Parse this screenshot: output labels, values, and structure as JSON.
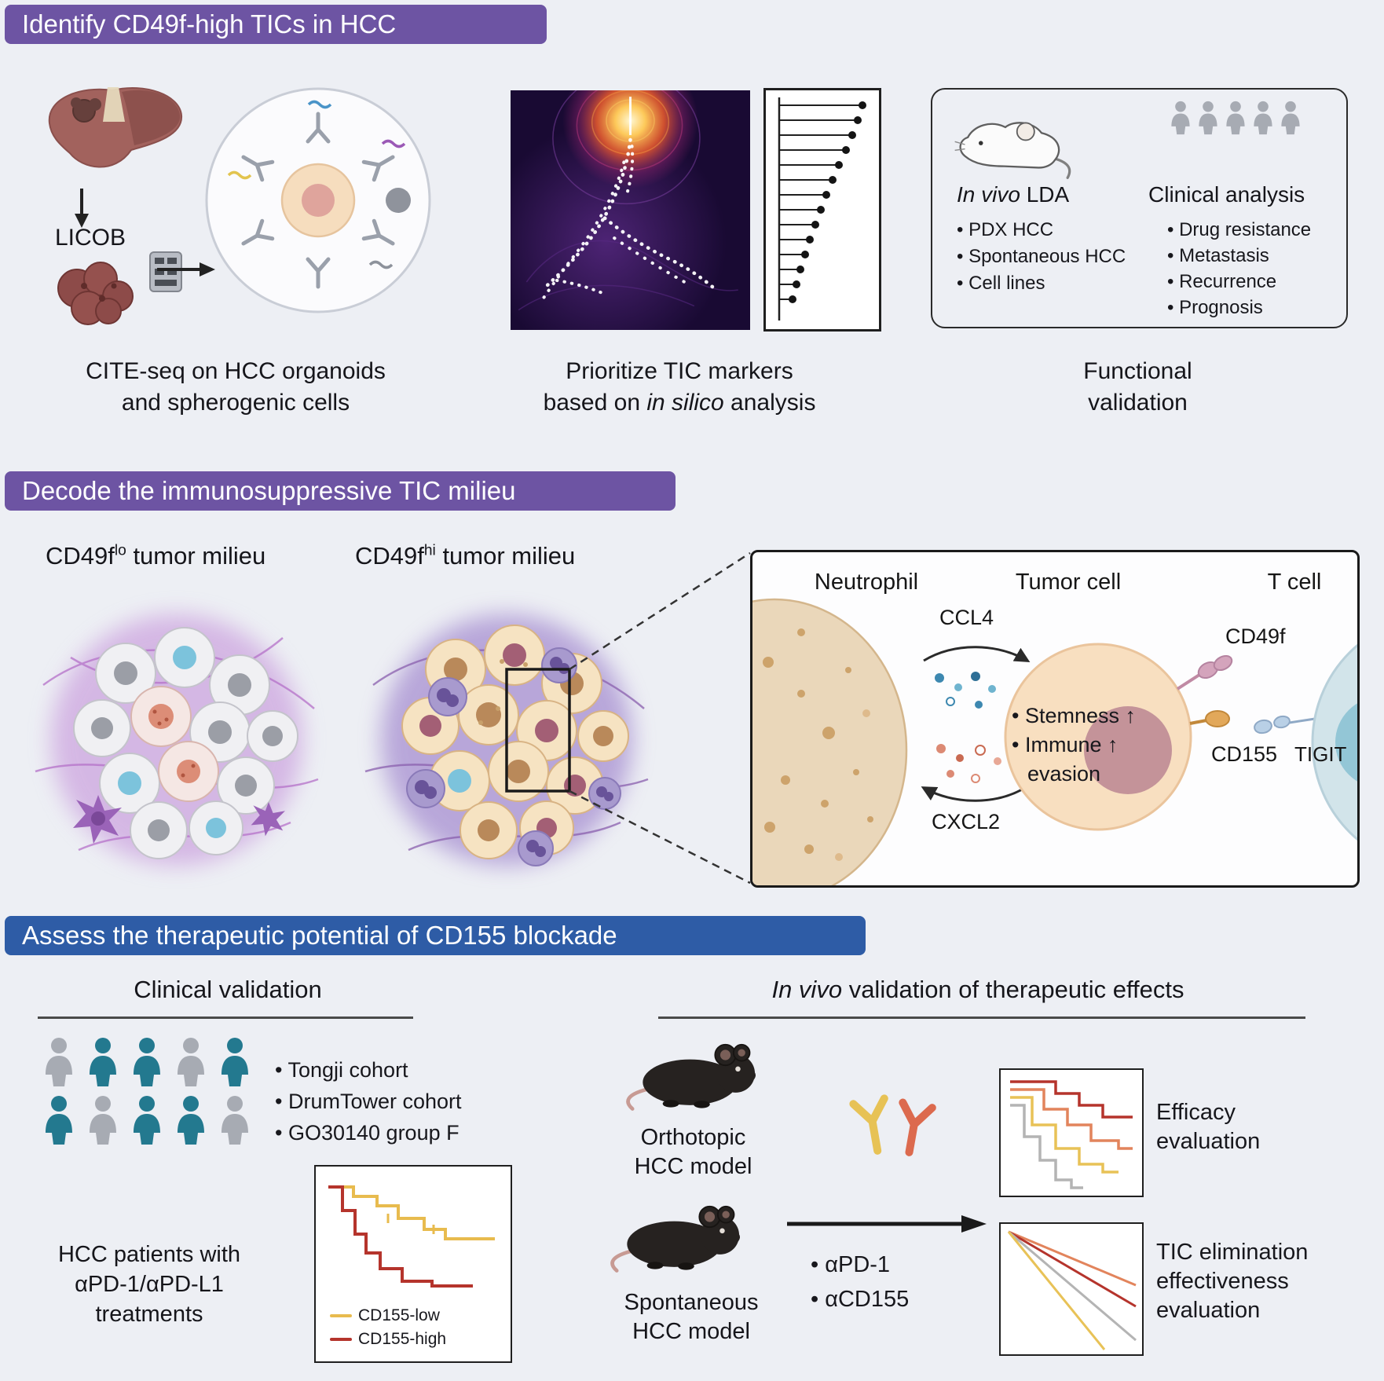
{
  "colors": {
    "purple_header": "#6d54a3",
    "blue_header": "#2e5ca6",
    "teal_person": "#23798f",
    "gray_person": "#a7abb3",
    "cd155_low": "#e8bb4e",
    "cd155_high": "#b5342c"
  },
  "s1": {
    "header": "Identify CD49f-high TICs in HCC",
    "licob": "LICOB",
    "cap_cite_1": "CITE-seq on HCC organoids",
    "cap_cite_2": "and spherogenic cells",
    "cap_mark_1": "Prioritize TIC markers",
    "cap_mark_pre": "based on ",
    "cap_mark_it": "in silico",
    "cap_mark_post": " analysis",
    "lda_it": "In vivo",
    "lda_rest": " LDA",
    "lda_items": [
      "PDX HCC",
      "Spontaneous HCC",
      "Cell lines"
    ],
    "clin_title": "Clinical analysis",
    "clin_items": [
      "Drug resistance",
      "Metastasis",
      "Recurrence",
      "Prognosis"
    ],
    "cap_fun_1": "Functional",
    "cap_fun_2": "validation"
  },
  "s2": {
    "header": "Decode the immunosuppressive TIC milieu",
    "lo_base": "CD49f",
    "lo_sup": "lo",
    "lo_rest": " tumor milieu",
    "hi_base": "CD49f",
    "hi_sup": "hi",
    "hi_rest": " tumor milieu",
    "neutrophil": "Neutrophil",
    "tumor_cell": "Tumor cell",
    "t_cell": "T cell",
    "ccl4": "CCL4",
    "cxcl2": "CXCL2",
    "stemness": "Stemness",
    "immune": "Immune",
    "evasion": "evasion",
    "up": "↑",
    "cd49f": "CD49f",
    "cd155": "CD155",
    "tigit": "TIGIT"
  },
  "s3": {
    "header": "Assess the therapeutic potential of CD155 blockade",
    "clin_title": "Clinical validation",
    "cohorts": [
      "Tongji cohort",
      "DrumTower cohort",
      "GO30140 group F"
    ],
    "patients_1": "HCC patients with",
    "patients_2": "αPD-1/αPD-L1",
    "patients_3": "treatments",
    "km_low": "CD155-low",
    "km_high": "CD155-high",
    "vivo_it": "In vivo",
    "vivo_rest": " validation of therapeutic effects",
    "ortho_1": "Orthotopic",
    "ortho_2": "HCC model",
    "spont_1": "Spontaneous",
    "spont_2": "HCC model",
    "tx_items": [
      "αPD-1",
      "αCD155"
    ],
    "eff_1": "Efficacy",
    "eff_2": "evaluation",
    "tic_1": "TIC elimination",
    "tic_2": "effectiveness",
    "tic_3": "evaluation"
  }
}
